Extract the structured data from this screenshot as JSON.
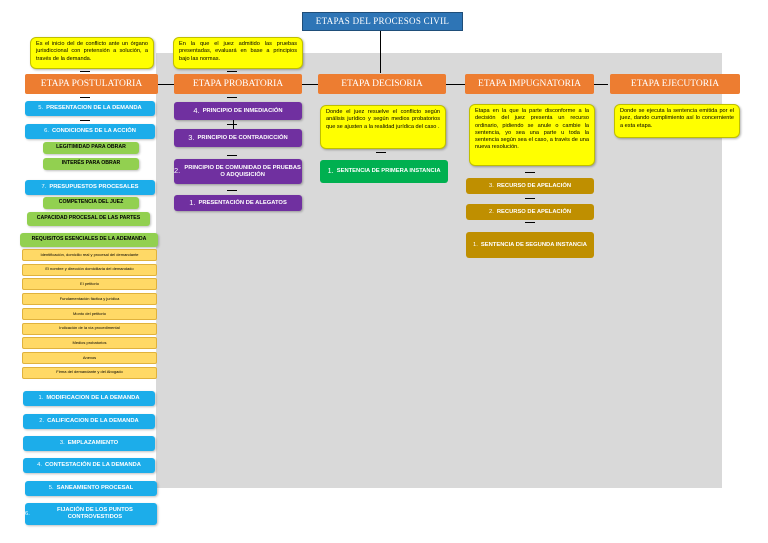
{
  "title": "ETAPAS DEL PROCESOS CIVIL",
  "stages": {
    "postulatoria": "ETAPA POSTULATORIA",
    "probatoria": "ETAPA PROBATORIA",
    "decisoria": "ETAPA DECISORIA",
    "impugnatoria": "ETAPA IMPUGNATORIA",
    "ejecutoria": "ETAPA EJECUTORIA"
  },
  "notes": {
    "postulatoria": "Es el inicio del de conflicto ante un órgano jurisdiccional con pretensión a solución, a través de la demanda.",
    "probatoria": "En la que el juez admitido las pruebas presentadas, evaluará en base a principios bajo las normas.",
    "decisoria": "Donde el juez resuelve el conflicto según análisis jurídico y según medios probatorios que se ajusten a la realidad jurídica del caso .",
    "impugnatoria": "Etapa en la que la parte disconforme a la decisión del juez presenta un recurso ordinario, pidiendo se anule o cambie la sentencia, yo sea una parte u toda la sentencia según sea el caso, a través de una nueva resolución.",
    "ejecutoria": "Donde se ejecuta la sentencia emitida por el juez, dando cumplimiento así lo concerniente a esta etapa."
  },
  "postulatoria": {
    "presentacion": {
      "num": "5.",
      "label": "PRESENTACION DE LA DEMANDA"
    },
    "condiciones": {
      "num": "6.",
      "label": "CONDICIONES DE LA ACCIÓN"
    },
    "legitimidad": "LEGITIMIDAD PARA OBRAR",
    "interes": "INTERÉS PARA OBRAR",
    "presupuestos": {
      "num": "7.",
      "label": "PRESUPUESTOS PROCESALES"
    },
    "competencia": "COMPETENCIA DEL JUEZ",
    "capacidad": "CAPACIDAD PROCESAL DE LAS PARTES",
    "requisitos": "REQUISITOS ESENCIALES DE LA ADEMANDA",
    "requisitos_items": [
      "Identificación, domicilio real y procesal del demandante",
      "El nombre y dirección domiciliaria del demandado",
      "El petitorio",
      "Fundamentación fáctica y jurídica",
      "Monto del petitorio",
      "Indicación de la vía procedimental",
      "Medios probatorios",
      "Anexos",
      "Firma del demandante y del Abogado"
    ],
    "steps": [
      {
        "num": "1.",
        "label": "MODIFICACION DE LA DEMANDA"
      },
      {
        "num": "2.",
        "label": "CALIFICACION DE LA DEMANDA"
      },
      {
        "num": "3.",
        "label": "EMPLAZAMIENTO"
      },
      {
        "num": "4.",
        "label": "CONTESTACIÓN DE LA DEMANDA"
      },
      {
        "num": "5.",
        "label": "SANEAMIENTO PROCESAL"
      },
      {
        "num": "6.",
        "label": "FIJACIÓN DE LOS PUNTOS CONTROVESTIDOS"
      }
    ]
  },
  "probatoria": [
    {
      "num": "4.",
      "label": "PRINCIPIO DE INMEDIACIÓN"
    },
    {
      "num": "3.",
      "label": "PRINCIPIO DE CONTRADICCIÓN"
    },
    {
      "num": "2.",
      "label": "PRINCIPIO DE COMUNIDAD DE PRUEBAS O ADQUISICIÓN"
    },
    {
      "num": "1.",
      "label": "PRESENTACIÓN DE ALEGATOS"
    }
  ],
  "decisoria": {
    "num": "1.",
    "label": "SENTENCIA DE PRIMERA INSTANCIA"
  },
  "impugnatoria": [
    {
      "num": "3.",
      "label": "RECURSO DE APELACIÓN"
    },
    {
      "num": "2.",
      "label": "RECURSO DE APELACIÓN"
    },
    {
      "num": "1.",
      "label": "SENTENCIA DE SEGUNDA INSTANCIA"
    }
  ],
  "colors": {
    "title": "#2e75b6",
    "stage": "#ed7d31",
    "note": "#ffff00",
    "cyan": "#1cadea",
    "green": "#92d050",
    "tan": "#ffd966",
    "purple": "#7030a0",
    "decision": "#00b050",
    "gold": "#bf8f00"
  }
}
